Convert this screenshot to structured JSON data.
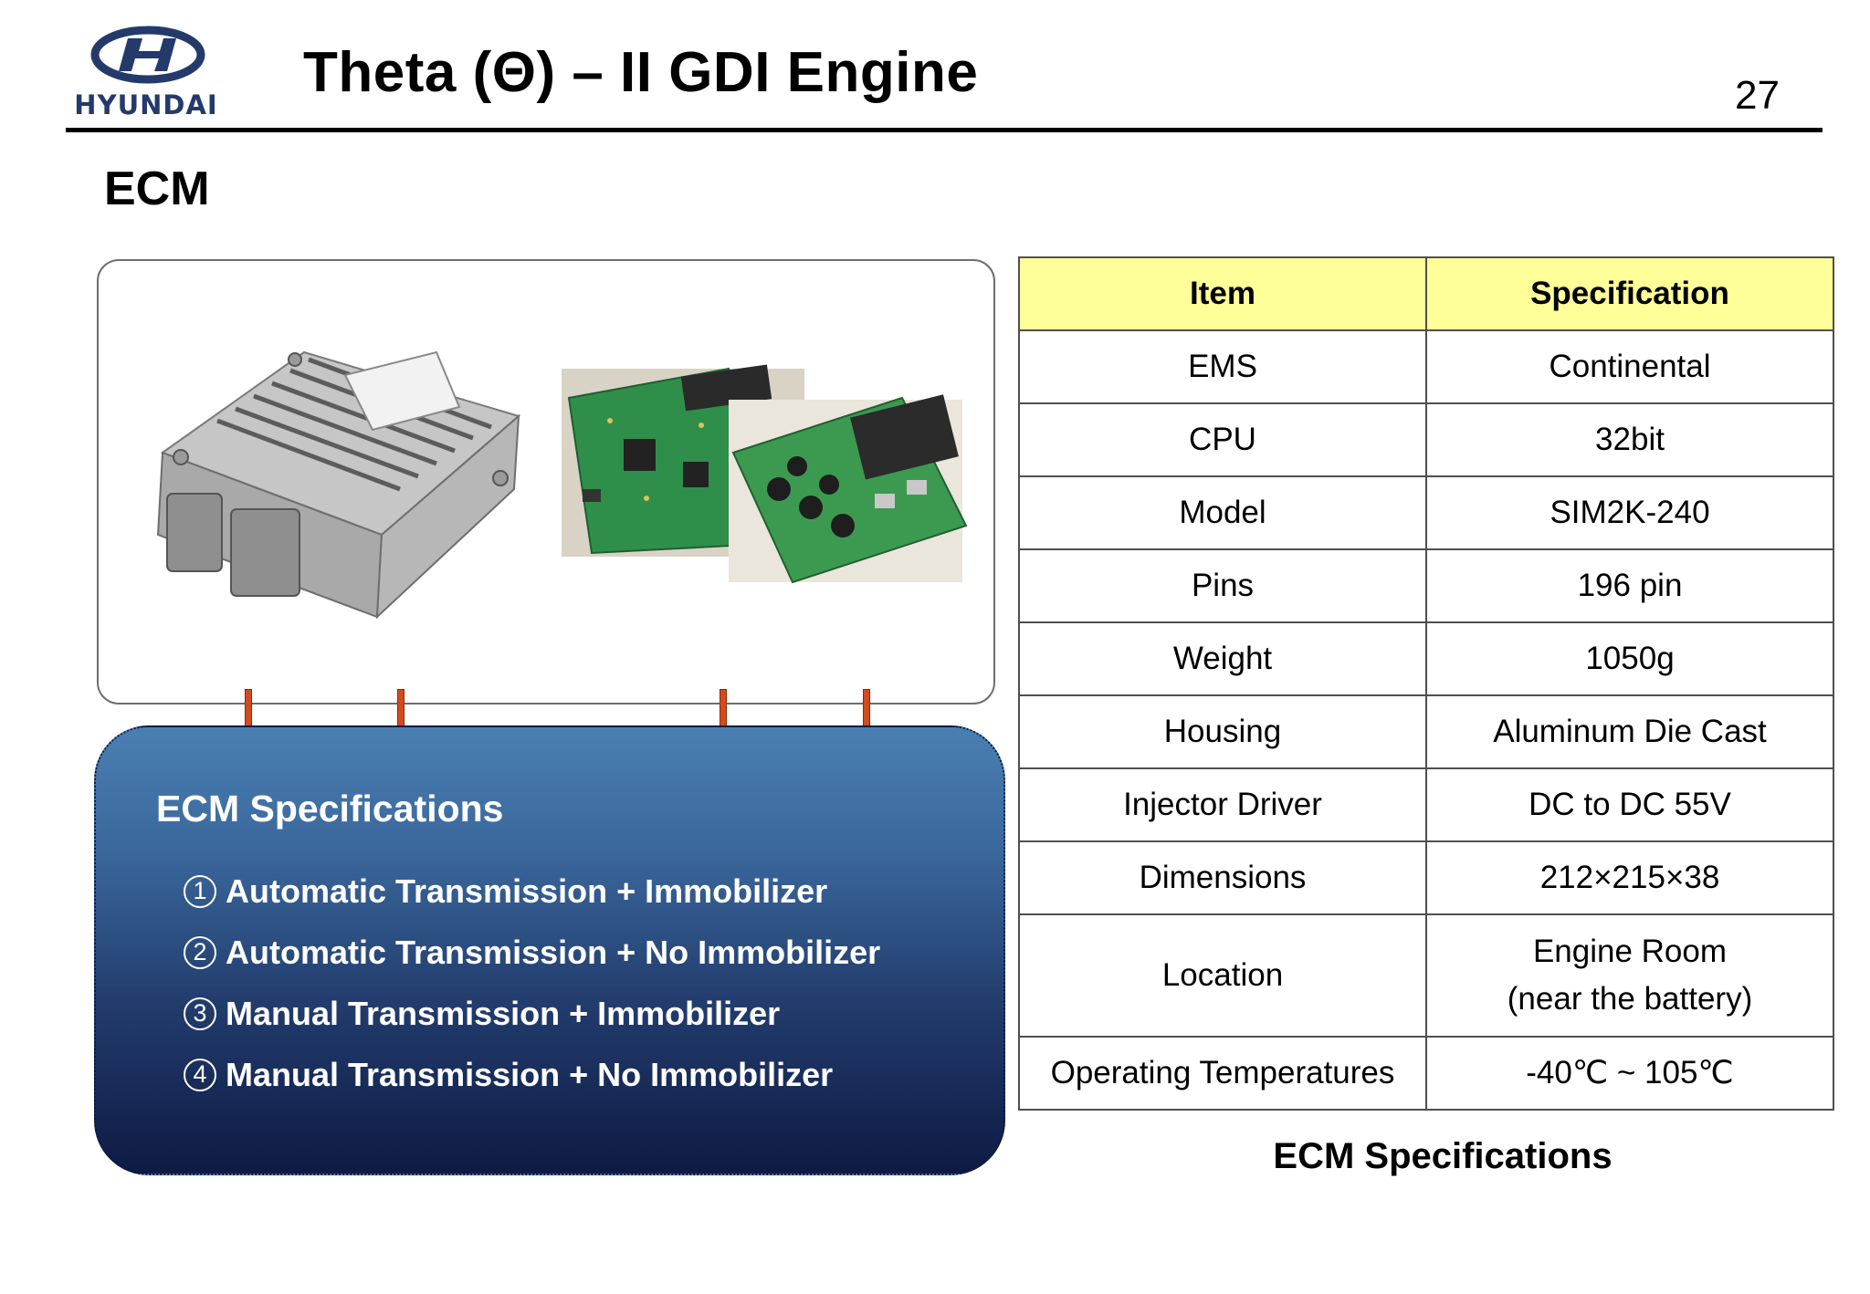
{
  "brand": {
    "logo_text": "HYUNDAI",
    "color": "#233a6b"
  },
  "header": {
    "title": "Theta (Θ) – II GDI Engine",
    "page_number": "27"
  },
  "section": {
    "title": "ECM"
  },
  "photos": {
    "ecm_housing": "ecm-housing-photo",
    "circuit_boards": "circuit-board-photos"
  },
  "spec_box": {
    "title": "ECM Specifications",
    "items": [
      {
        "num": "1",
        "text": "Automatic Transmission + Immobilizer"
      },
      {
        "num": "2",
        "text": "Automatic Transmission + No Immobilizer"
      },
      {
        "num": "3",
        "text": "Manual Transmission + Immobilizer"
      },
      {
        "num": "4",
        "text": "Manual Transmission + No Immobilizer"
      }
    ]
  },
  "table": {
    "headers": [
      "Item",
      "Specification"
    ],
    "header_color": "#ffff99",
    "rows": [
      {
        "item": "EMS",
        "spec": "Continental"
      },
      {
        "item": "CPU",
        "spec": "32bit"
      },
      {
        "item": "Model",
        "spec": "SIM2K-240"
      },
      {
        "item": "Pins",
        "spec": "196 pin"
      },
      {
        "item": "Weight",
        "spec": "1050g"
      },
      {
        "item": "Housing",
        "spec": "Aluminum Die Cast"
      },
      {
        "item": "Injector Driver",
        "spec": "DC to DC 55V"
      },
      {
        "item": "Dimensions",
        "spec": "212×215×38"
      },
      {
        "item": "Location",
        "spec_line1": "Engine Room",
        "spec_line2": "(near the battery)"
      },
      {
        "item": "Operating Temperatures",
        "spec": "-40℃ ~ 105℃"
      }
    ],
    "caption": "ECM Specifications"
  }
}
